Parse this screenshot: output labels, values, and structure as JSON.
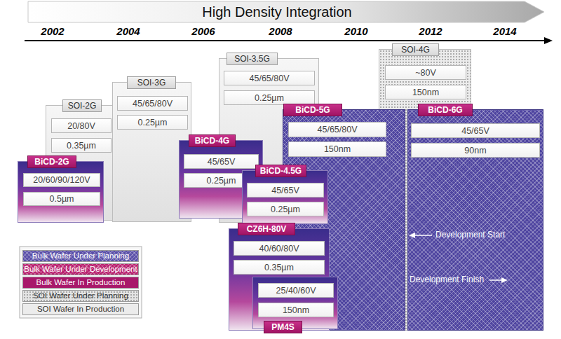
{
  "diagram": {
    "title": "High Density Integration",
    "nodes": [
      {
        "text": [
          "BiCD-2G"
        ]
      },
      {
        "text": [
          "20/60/90/120V"
        ],
        "in": 0
      },
      {
        "text": [
          "0.5µm"
        ],
        "in": 0
      },
      {
        "text": [
          "SOI-2G"
        ]
      },
      {
        "text": [
          "20/80V"
        ],
        "in": 3
      },
      {
        "text": [
          "0.35µm"
        ],
        "in": 3
      },
      {
        "text": [
          "SOI-3G"
        ]
      },
      {
        "text": [
          "45/65/80V"
        ],
        "in": 6
      },
      {
        "text": [
          "0.25µm"
        ],
        "in": 6
      },
      {
        "text": [
          "BiCD-4G"
        ]
      },
      {
        "text": [
          "45/65V"
        ],
        "in": 9
      },
      {
        "text": [
          "0.25µm"
        ],
        "in": 9
      },
      {
        "text": [
          "SOI-3.5G"
        ]
      },
      {
        "text": [
          "45/65/80V"
        ],
        "in": 12
      },
      {
        "text": [
          "0.25µm"
        ],
        "in": 12
      },
      {
        "text": [
          "BiCD-4.5G"
        ]
      },
      {
        "text": [
          "45/65V"
        ],
        "in": 15
      },
      {
        "text": [
          "0.25µm"
        ],
        "in": 15
      },
      {
        "text": [
          "CZ6H-80V"
        ]
      },
      {
        "text": [
          "40/60/80V"
        ],
        "in": 18
      },
      {
        "text": [
          "0.35µm"
        ],
        "in": 18
      },
      {
        "text": [
          "PM4S"
        ]
      },
      {
        "text": [
          "25/40/60V"
        ],
        "in": 21
      },
      {
        "text": [
          "150nm"
        ],
        "in": 21
      },
      {
        "text": [
          "BiCD-5G"
        ]
      },
      {
        "text": [
          "45/65/80V"
        ],
        "in": 24
      },
      {
        "text": [
          "150nm"
        ],
        "in": 24
      },
      {
        "text": [
          "SOI-4G"
        ]
      },
      {
        "text": [
          "~80V"
        ],
        "in": 27
      },
      {
        "text": [
          "150nm"
        ],
        "in": 27
      },
      {
        "text": [
          "BiCD-6G"
        ]
      },
      {
        "text": [
          "45/65V"
        ],
        "in": 30
      },
      {
        "text": [
          "90nm"
        ],
        "in": 30
      }
    ],
    "labels": [
      "2002",
      "2004",
      "2006",
      "2008",
      "2010",
      "2012",
      "2014",
      "Development Start",
      "Development Finish"
    ],
    "legend": [
      {
        "text": "Bulk Wafer Under Planning",
        "color": "#5a4fa8"
      },
      {
        "text": "Bulk Wafer Under Development",
        "color": "#b8206e"
      },
      {
        "text": "Bulk Wafer In Production",
        "color": "#a8186a"
      },
      {
        "text": "SOI Wafer Under Planning",
        "color": "#e4e4e4"
      },
      {
        "text": "SOI Wafer In Production",
        "color": "#ececec"
      }
    ]
  }
}
